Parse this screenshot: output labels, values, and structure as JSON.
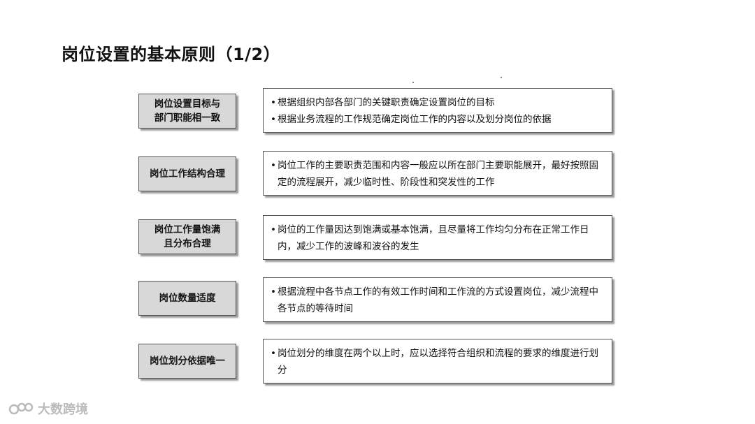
{
  "title": "岗位设置的基本原则（1/2）",
  "rows": [
    {
      "label": "岗位设置目标与\n部门职能相一致",
      "bullets": [
        "根据组织内部各部门的关键职责确定设置岗位的目标",
        "根据业务流程的工作规范确定岗位工作的内容以及划分岗位的依据"
      ]
    },
    {
      "label": "岗位工作结构合理",
      "bullets": [
        "岗位工作的主要职责范围和内容一般应以所在部门主要职能展开，最好按照固定的流程展开，减少临时性、阶段性和突发性的工作"
      ]
    },
    {
      "label": "岗位工作量饱满\n且分布合理",
      "bullets": [
        "岗位的工作量因达到饱满或基本饱满，且尽量将工作均匀分布在正常工作日内，减少工作的波峰和波谷的发生"
      ]
    },
    {
      "label": "岗位数量适度",
      "bullets": [
        "根据流程中各节点工作的有效工作时间和工作流的方式设置岗位，减少流程中各节点的等待时间"
      ]
    },
    {
      "label": "岗位划分依据唯一",
      "bullets": [
        "岗位划分的维度在两个以上时，应以选择符合组织和流程的要求的维度进行划分"
      ]
    }
  ],
  "watermark": {
    "text": "大数跨境",
    "icon": "logo-icon"
  }
}
